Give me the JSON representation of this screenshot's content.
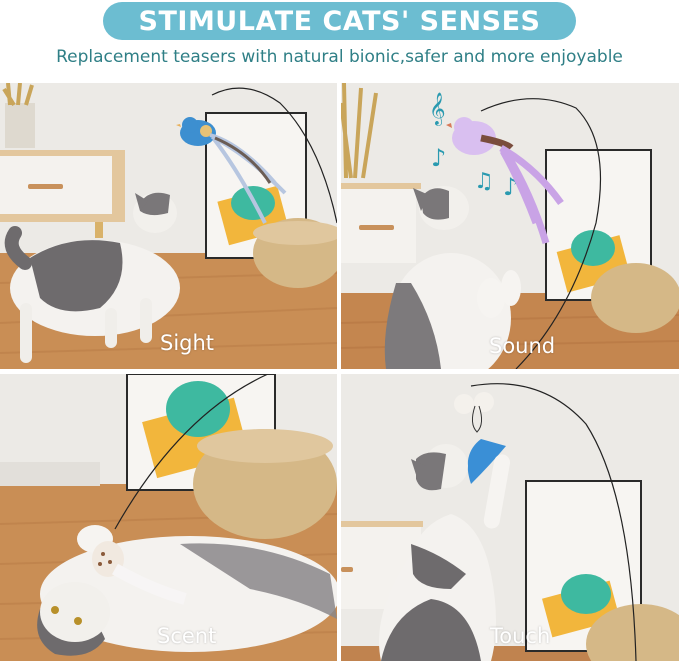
{
  "header": {
    "title": "STIMULATE CATS' SENSES",
    "subtitle": "Replacement teasers with natural bionic,safer and more enjoyable",
    "pill_color": "#6cbdd1",
    "subtitle_color": "#2f7f86"
  },
  "panels": [
    {
      "caption": "Sight",
      "toy": "blue-feather-bird",
      "toy_color": "#3d8fd0"
    },
    {
      "caption": "Sound",
      "toy": "purple-feather-bird",
      "toy_color": "#c9a3e6",
      "decorations": [
        "treble-clef",
        "music-note",
        "beamed-notes",
        "music-note"
      ]
    },
    {
      "caption": "Scent",
      "toy": "spotted-feather-bird",
      "toy_color": "#f1e9e0"
    },
    {
      "caption": "Touch",
      "toy": "pompom-blue-feather",
      "toy_color": "#3a8fd6"
    }
  ]
}
